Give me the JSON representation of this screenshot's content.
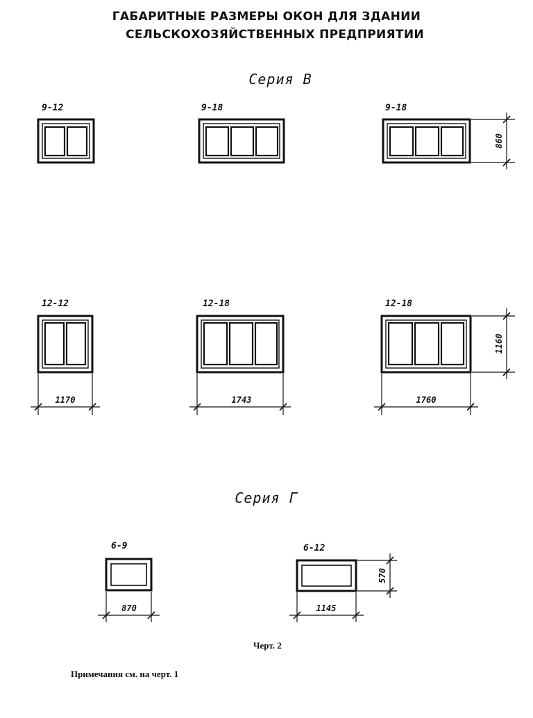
{
  "title": {
    "line1": "ГАБАРИТНЫЕ РАЗМЕРЫ ОКОН ДЛЯ ЗДАНИИ",
    "line2": "СЕЛЬСКОХОЗЯЙСТВЕННЫХ ПРЕДПРИЯТИИ"
  },
  "series_v": {
    "heading": "Серия В",
    "windows": [
      {
        "label": "9-12"
      },
      {
        "label": "9-18"
      },
      {
        "label": "9-18"
      },
      {
        "label": "12-12"
      },
      {
        "label": "12-18"
      },
      {
        "label": "12-18"
      }
    ],
    "dimensions": {
      "height_9": "860",
      "height_12": "1160",
      "width_12_12": "1170",
      "width_12_18_a": "1743",
      "width_12_18_b": "1760"
    }
  },
  "series_g": {
    "heading": "Серия Г",
    "windows": [
      {
        "label": "6-9"
      },
      {
        "label": "6-12"
      }
    ],
    "dimensions": {
      "width_6_9": "870",
      "width_6_12": "1145",
      "height_6": "570"
    }
  },
  "caption": "Черт. 2",
  "note": "Примечания см. на черт. 1"
}
